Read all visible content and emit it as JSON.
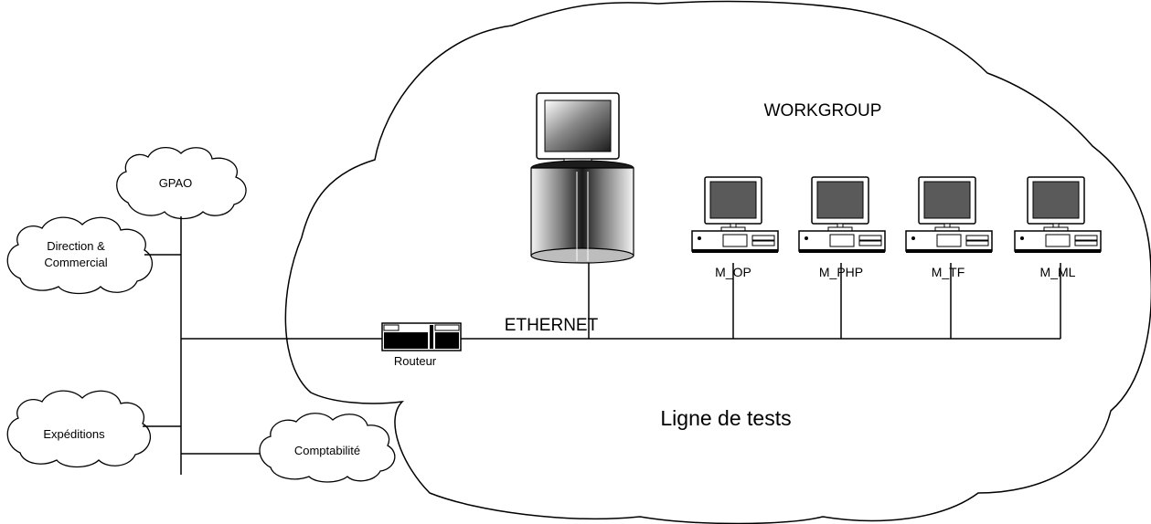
{
  "diagram": {
    "clouds": {
      "gpao": "GPAO",
      "direction": [
        "Direction &",
        "Commercial"
      ],
      "expeditions": "Expéditions",
      "comptabilite": "Comptabilité",
      "lab": "Ligne de tests"
    },
    "workgroup_label": "WORKGROUP",
    "network_label": "ETHERNET",
    "router_label": "Routeur",
    "workstations": [
      "M_OP",
      "M_PHP",
      "M_TF",
      "M_ML"
    ],
    "icons": {
      "server": "server-tower-icon",
      "router": "router-icon",
      "workstation": "desktop-computer-icon",
      "cloud": "cloud-icon"
    }
  }
}
